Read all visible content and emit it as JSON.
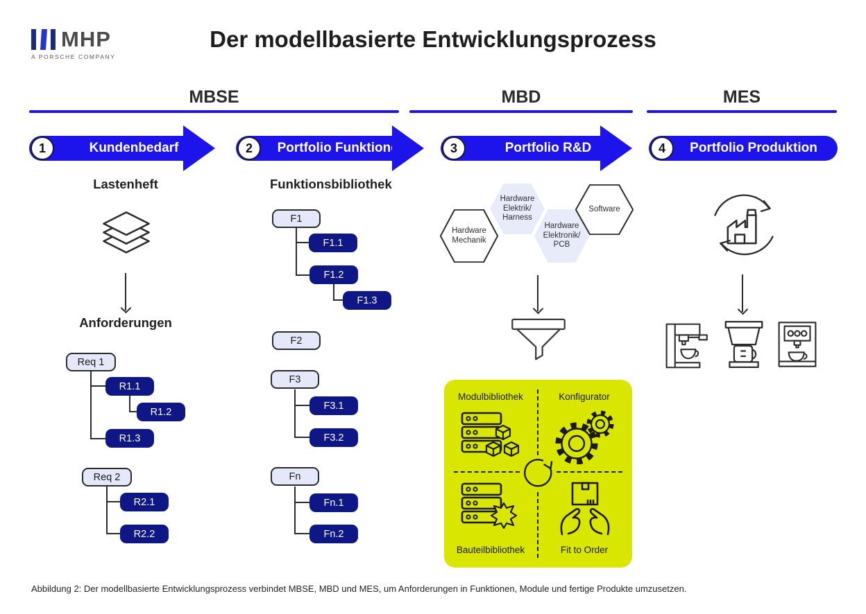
{
  "logo": {
    "wordmark": "MHP",
    "tagline": "A PORSCHE COMPANY"
  },
  "title": "Der modellbasierte Entwicklungsprozess",
  "sections": {
    "mbse": "MBSE",
    "mbd": "MBD",
    "mes": "MES"
  },
  "steps": {
    "s1": {
      "num": "1",
      "label": "Kundenbedarf"
    },
    "s2": {
      "num": "2",
      "label": "Portfolio Funktionen"
    },
    "s3": {
      "num": "3",
      "label": "Portfolio R&D"
    },
    "s4": {
      "num": "4",
      "label": "Portfolio Produktion"
    }
  },
  "mbse": {
    "lastenheft": "Lastenheft",
    "anforderungen": "Anforderungen",
    "funktionsbibliothek": "Funktionsbibliothek",
    "req1": {
      "root": "Req 1",
      "c1": "R1.1",
      "c2": "R1.2",
      "c3": "R1.3"
    },
    "req2": {
      "root": "Req 2",
      "c1": "R2.1",
      "c2": "R2.2"
    },
    "f1": {
      "root": "F1",
      "c1": "F1.1",
      "c2": "F1.2",
      "c3": "F1.3"
    },
    "f2": {
      "root": "F2"
    },
    "f3": {
      "root": "F3",
      "c1": "F3.1",
      "c2": "F3.2"
    },
    "fn": {
      "root": "Fn",
      "c1": "Fn.1",
      "c2": "Fn.2"
    }
  },
  "mbd": {
    "hex_mechanik": {
      "l1": "Hardware",
      "l2": "Mechanik",
      "l3": ""
    },
    "hex_elektrik": {
      "l1": "Hardware",
      "l2": "Elektrik/",
      "l3": "Harness"
    },
    "hex_elektronik": {
      "l1": "Hardware",
      "l2": "Elektronik/",
      "l3": "PCB"
    },
    "hex_software": {
      "l1": "Software",
      "l2": "",
      "l3": ""
    },
    "quad_tl": "Modulbibliothek",
    "quad_tr": "Konfigurator",
    "quad_bl": "Bauteilbibliothek",
    "quad_br": "Fit to Order"
  },
  "caption": "Abbildung 2: Der modellbasierte Entwicklungsprozess verbindet MBSE, MBD und MES, um Anforderungen in Funktionen, Module und fertige Produkte umzusetzen.",
  "colors": {
    "accent": "#1D13EB",
    "navy": "#0F1685",
    "light_box": "#E4E8F8",
    "hex_fill": "#E8ECFA",
    "yellow": "#D9E600",
    "line": "#2B2B2B"
  }
}
